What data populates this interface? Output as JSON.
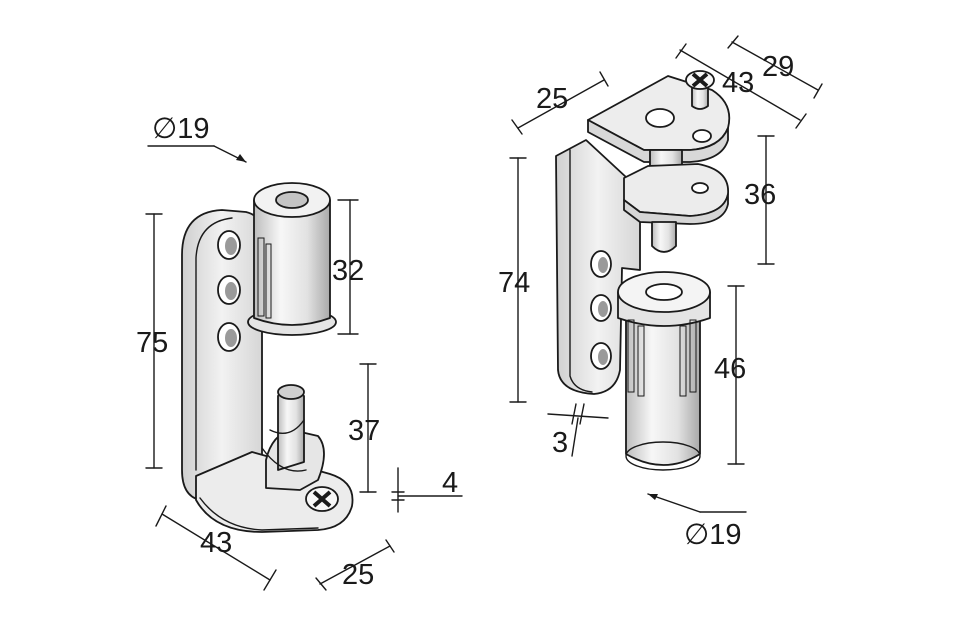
{
  "colors": {
    "stroke": "#1a1a1a",
    "metal_light": "#f4f4f4",
    "metal_mid": "#dcdcdc",
    "metal_dark": "#b8b8b8",
    "background": "#ffffff"
  },
  "left_part": {
    "dims": {
      "diameter": "∅19",
      "height_total": "75",
      "upper_pin_height": "32",
      "lower_pin_height": "37",
      "base_thickness": "4",
      "width": "43",
      "depth": "25"
    }
  },
  "right_part": {
    "dims": {
      "top_depth": "25",
      "top_width": "43",
      "top_offset": "29",
      "height_total": "74",
      "pin_height": "36",
      "sleeve_height": "46",
      "thickness": "3",
      "diameter": "∅19"
    }
  }
}
